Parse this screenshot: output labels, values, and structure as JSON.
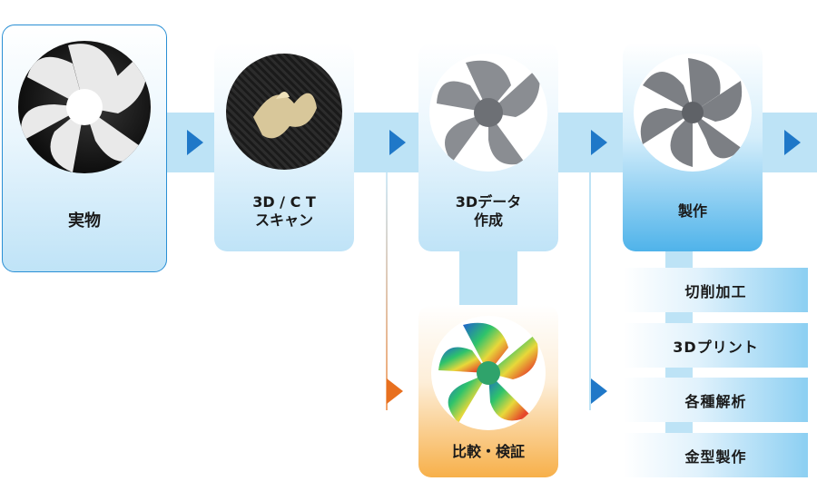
{
  "flow": {
    "step1": {
      "label": "実物",
      "image": "fan-white-photo"
    },
    "step2": {
      "label_line1": "3D / C T",
      "label_line2": "スキャン",
      "image": "scan-point-cloud"
    },
    "step3": {
      "label_line1": "3Dデータ",
      "label_line2": "作成",
      "image": "fan-cad-model"
    },
    "step4": {
      "label": "製作",
      "image": "fan-made-part"
    },
    "compare": {
      "label": "比較・検証",
      "image": "deviation-color-map"
    }
  },
  "outputs": [
    {
      "label": "切削加工"
    },
    {
      "label": "3Dプリント"
    },
    {
      "label": "各種解析"
    },
    {
      "label": "金型製作"
    }
  ],
  "colors": {
    "band": "#bde3f6",
    "arrow_blue": "#1f78c8",
    "arrow_orange": "#e8701f",
    "compare_accent": "#f7b04a",
    "made_accent": "#4fb3ea",
    "first_border": "#2a8fd4"
  }
}
